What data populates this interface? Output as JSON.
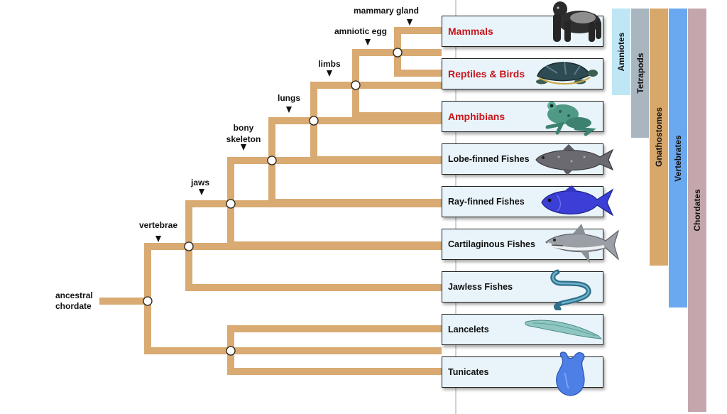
{
  "root_label": "ancestral chordate",
  "taxa": [
    {
      "label": "Mammals",
      "highlight": true,
      "icon": "gorilla-icon"
    },
    {
      "label": "Reptiles & Birds",
      "highlight": true,
      "icon": "turtle-icon"
    },
    {
      "label": "Amphibians",
      "highlight": true,
      "icon": "frog-icon"
    },
    {
      "label": "Lobe-finned Fishes",
      "highlight": false,
      "icon": "coelacanth-icon"
    },
    {
      "label": "Ray-finned Fishes",
      "highlight": false,
      "icon": "fish-icon"
    },
    {
      "label": "Cartilaginous Fishes",
      "highlight": false,
      "icon": "shark-icon"
    },
    {
      "label": "Jawless Fishes",
      "highlight": false,
      "icon": "lamprey-icon"
    },
    {
      "label": "Lancelets",
      "highlight": false,
      "icon": "lancelet-icon"
    },
    {
      "label": "Tunicates",
      "highlight": false,
      "icon": "tunicate-icon"
    }
  ],
  "traits": [
    {
      "label": "vertebrae"
    },
    {
      "label": "jaws"
    },
    {
      "label": "bony skeleton"
    },
    {
      "label": "lungs"
    },
    {
      "label": "limbs"
    },
    {
      "label": "amniotic egg"
    },
    {
      "label": "mammary gland"
    }
  ],
  "groups": [
    {
      "label": "Amniotes",
      "color": "#bfe6f5"
    },
    {
      "label": "Tetrapods",
      "color": "#a9b6bf"
    },
    {
      "label": "Gnathostomes",
      "color": "#d8a76a"
    },
    {
      "label": "Vertebrates",
      "color": "#6aa8f0"
    },
    {
      "label": "Chordates",
      "color": "#c4a7ad"
    }
  ],
  "colors": {
    "branch": "#d9aa72",
    "highlight_text": "#c8161d",
    "box_fill": "#e8f4fa"
  }
}
